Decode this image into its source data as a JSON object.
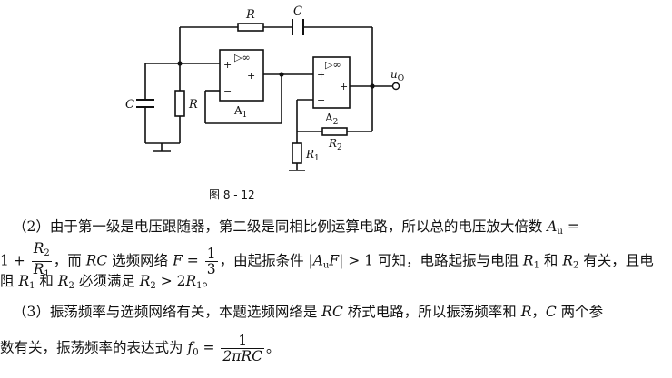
{
  "figure": {
    "labels": {
      "r_top": "R",
      "c_top": "C",
      "c_left": "C",
      "r_left": "R",
      "opamp_symbol": "▷∞",
      "plus": "+",
      "minus": "−",
      "a1_base": "A",
      "a1_sub": "1",
      "a2_base": "A",
      "a2_sub": "2",
      "r1_base": "R",
      "r1_sub": "1",
      "r2_base": "R",
      "r2_sub": "2",
      "out_base": "u",
      "out_sub": "O"
    },
    "caption": "图 8 - 12"
  },
  "para2": {
    "l1_a": "（2）由于第一级是电压跟随器，第二级是同相比例运算电路，所以总的电压放大倍数 ",
    "l1_A": "A",
    "l1_Asub": "u",
    "l1_eq": " =",
    "l2_one": "1 + ",
    "frac1_num_base": "R",
    "frac1_num_sub": "2",
    "frac1_den_base": "R",
    "frac1_den_sub": "1",
    "l2_b": "，而 ",
    "l2_RC": "RC",
    "l2_c": " 选频网络 ",
    "l2_F": "F",
    "l2_d": " = ",
    "frac2_num": "1",
    "frac2_den": "3",
    "l2_e": "，由起振条件 |",
    "l2_A": "A",
    "l2_Asub": "u",
    "l2_F2": "F",
    "l2_f": "| > 1 可知，电路起振与电阻 ",
    "l2_R1": "R",
    "l2_R1sub": "1",
    "l2_g": " 和 ",
    "l2_R2": "R",
    "l2_R2sub": "2",
    "l2_h": " 有关，且电",
    "l3_a": "阻 ",
    "l3_R1": "R",
    "l3_R1sub": "1",
    "l3_b": " 和 ",
    "l3_R2": "R",
    "l3_R2sub": "2",
    "l3_c": " 必须满足 ",
    "l3_R2b": "R",
    "l3_R2bsub": "2",
    "l3_d": " > 2",
    "l3_R1b": "R",
    "l3_R1bsub": "1",
    "l3_e": "。"
  },
  "para3": {
    "l1_a": "（3）振荡频率与选频网络有关，本题选频网络是 ",
    "l1_RC": "RC",
    "l1_b": " 桥式电路，所以振荡频率和 ",
    "l1_R": "R",
    "l1_c": "，",
    "l1_C": "C",
    "l1_d": " 两个参",
    "l2_a": "数有关，振荡频率的表达式为 ",
    "l2_f": "f",
    "l2_fsub": "0",
    "l2_eq": " = ",
    "frac_num": "1",
    "frac_den": "2πRC",
    "l2_end": "。"
  }
}
